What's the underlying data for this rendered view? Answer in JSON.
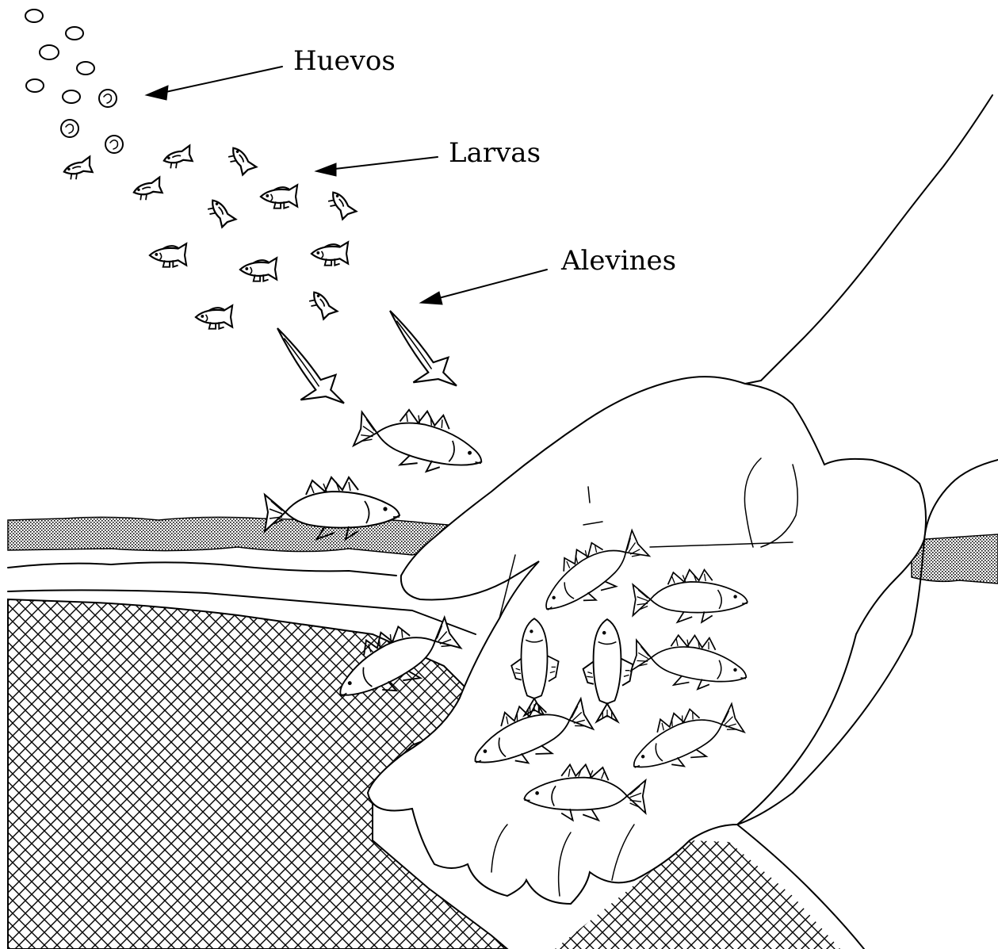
{
  "labels": {
    "eggs": "Huevos",
    "larvae": "Larvas",
    "fry": "Alevines"
  },
  "colors": {
    "ink": "#000000",
    "background": "#ffffff"
  }
}
